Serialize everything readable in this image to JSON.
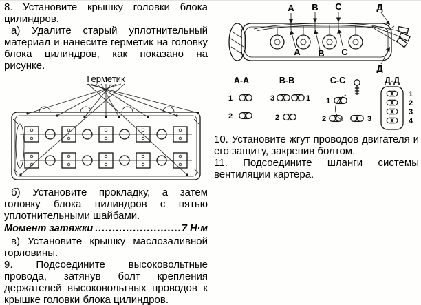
{
  "steps": {
    "step8": "8. Установите крышку головки блока цилиндров.",
    "step8a": "а) Удалите старый уплотнительный материал и нанесите герметик на головку блока цилиндров, как показано на рисунке.",
    "step8b": "б) Установите прокладку, а затем головку блока цилиндров с пятью уплотнительными шайбами.",
    "torque": {
      "label": "Момент затяжки",
      "dots": "................................................................",
      "value": "7 Н·м"
    },
    "step8v": "в) Установите крышку маслозаливной горловины.",
    "step9": "9. Подсоедините высоковольтные провода, затянув болт крепления держателей высоковольтных проводов к крышке головки блока цилиндров.",
    "step10": "10. Установите жгут проводов двигателя и его защиту, закрепив болтом.",
    "step11": "11. Подсоедините шланги системы вентиляции картера."
  },
  "figure_sealant": {
    "label": "Герметик"
  },
  "figure_cover": {
    "top": [
      "А",
      "В",
      "С"
    ],
    "d_top": "Д",
    "mid": [
      "А",
      "В",
      "С"
    ],
    "d_bottom": "Д"
  },
  "sections": [
    {
      "title": "А-А",
      "labels": [
        "1",
        "2"
      ]
    },
    {
      "title": "В-В",
      "labels": [
        "3",
        "1",
        "2"
      ]
    },
    {
      "title": "С-С",
      "labels": [
        "1",
        "2",
        "3"
      ]
    },
    {
      "title": "Д-Д",
      "labels": [
        "1",
        "2",
        "3",
        "4"
      ]
    }
  ]
}
